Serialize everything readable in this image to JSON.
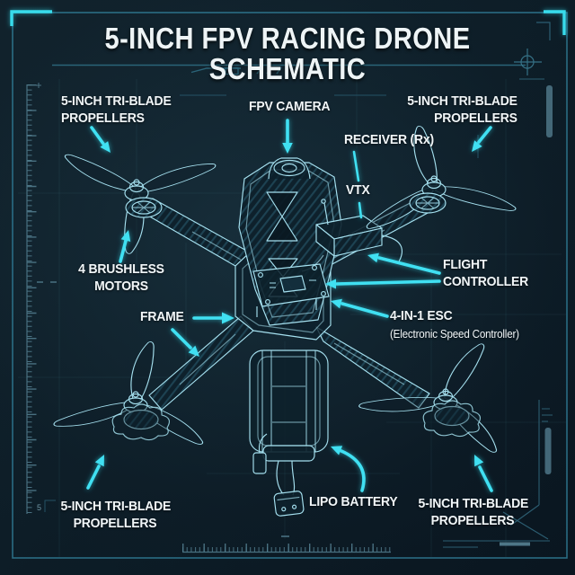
{
  "title": "5-INCH FPV RACING DRONE SCHEMATIC",
  "callouts": {
    "prop_top_left": {
      "line1": "5-INCH TRI-BLADE",
      "line2": "PROPELLERS"
    },
    "fpv_camera": {
      "label": "FPV CAMERA"
    },
    "prop_top_right": {
      "line1": "5-INCH TRI-BLADE",
      "line2": "PROPELLERS"
    },
    "receiver": {
      "label": "RECEIVER (Rx)"
    },
    "vtx": {
      "label": "VTX"
    },
    "brushless_motors": {
      "line1": "4 BRUSHLESS",
      "line2": "MOTORS"
    },
    "frame": {
      "label": "FRAME"
    },
    "flight_controller": {
      "line1": "FLIGHT",
      "line2": "CONTROLLER"
    },
    "esc": {
      "label": "4-IN-1 ESC",
      "sublabel": "(Electronic Speed Controller)"
    },
    "lipo_battery": {
      "label": "LIPO BATTERY"
    },
    "prop_bottom_left": {
      "line1": "5-INCH TRI-BLADE",
      "line2": "PROPELLERS"
    },
    "prop_bottom_right": {
      "line1": "5-INCH TRI-BLADE",
      "line2": "PROPELLERS"
    }
  },
  "ruler": {
    "left_scale_label": "5"
  },
  "colors": {
    "background": "#0d1d27",
    "accent_cyan": "#3ddff2",
    "schematic_line": "#a5e0ef",
    "frame_border": "#2f7a94",
    "label_text": "#f1f6f8"
  }
}
